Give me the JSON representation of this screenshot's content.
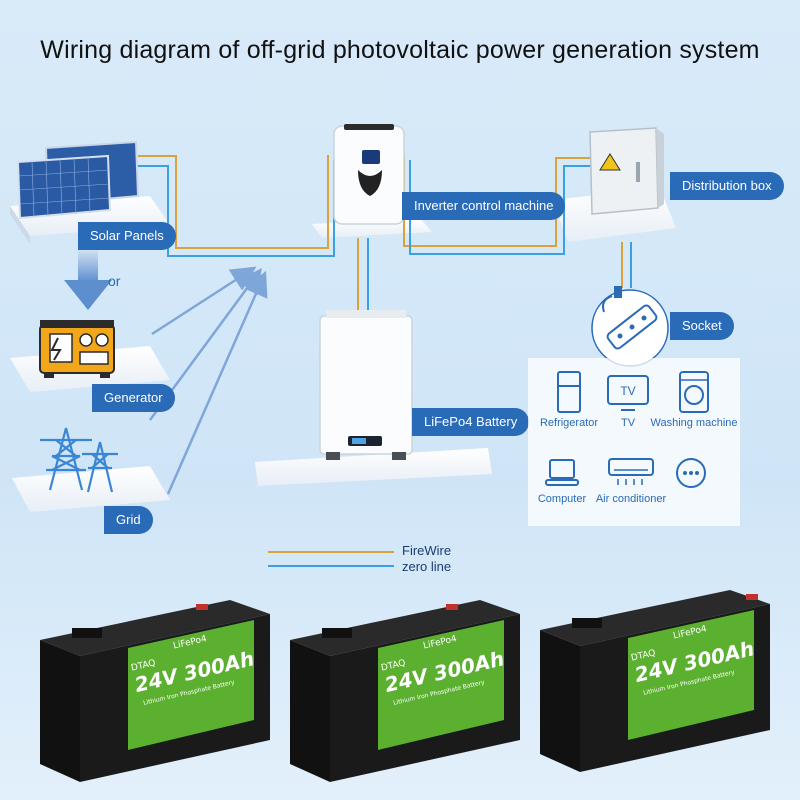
{
  "title": "Wiring diagram of off-grid photovoltaic power generation system",
  "labels": {
    "solar_panels": "Solar Panels",
    "generator": "Generator",
    "grid": "Grid",
    "or": "or",
    "inverter": "Inverter control machine",
    "distribution_box": "Distribution box",
    "socket": "Socket",
    "battery": "LiFePo4 Battery"
  },
  "appliances": [
    {
      "label": "Refrigerator",
      "icon": "refrigerator-icon"
    },
    {
      "label": "TV",
      "icon": "tv-icon"
    },
    {
      "label": "Washing machine",
      "icon": "washing-machine-icon"
    },
    {
      "label": "Computer",
      "icon": "computer-icon"
    },
    {
      "label": "Air conditioner",
      "icon": "air-conditioner-icon"
    },
    {
      "label": "",
      "icon": "more-icon"
    }
  ],
  "tv_glyph": "TV",
  "legend": {
    "fire_wire": "FireWire",
    "zero_line": "zero line"
  },
  "colors": {
    "fire_wire": "#d9a23c",
    "zero_line": "#3aa0e0",
    "accent": "#2a6bb7",
    "battery_green": "#5bb030"
  },
  "battery_product": {
    "brand": "DTAQ",
    "spec": "24V 300Ah",
    "tag": "LiFePo4",
    "subtitle": "Lithium Iron Phosphate Battery"
  }
}
